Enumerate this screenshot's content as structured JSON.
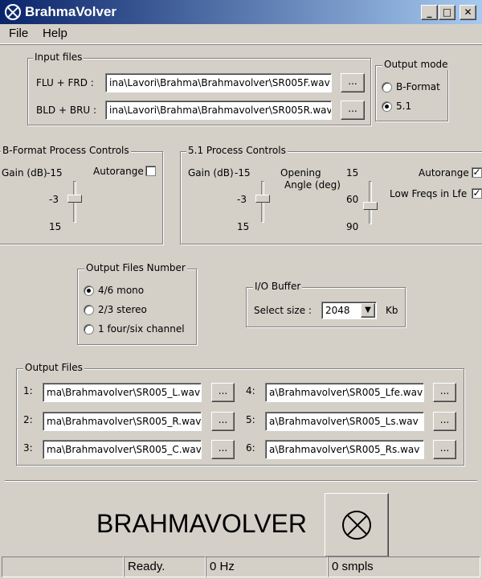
{
  "window": {
    "title": "BrahmaVolver",
    "minimize": "_",
    "maximize": "□",
    "close": "✕"
  },
  "menu": {
    "file": "File",
    "help": "Help"
  },
  "input_files": {
    "legend": "Input files",
    "row1": {
      "label": "FLU + FRD :",
      "value": "ina\\Lavori\\Brahma\\Brahmavolver\\SR005F.wav",
      "browse": "..."
    },
    "row2": {
      "label": "BLD + BRU :",
      "value": "ina\\Lavori\\Brahma\\Brahmavolver\\SR005R.wav",
      "browse": "..."
    }
  },
  "output_mode": {
    "legend": "Output mode",
    "options": [
      "B-Format",
      "5.1"
    ],
    "selected": "5.1"
  },
  "bformat": {
    "legend": "B-Format Process Controls",
    "gain_label": "Gain (dB)",
    "tick_top": "-15",
    "tick_mid": "-3",
    "tick_bot": "15",
    "autorange_label": "Autorange",
    "autorange_checked": false
  },
  "fivepointone": {
    "legend": "5.1 Process Controls",
    "gain_label": "Gain (dB)",
    "gain_tick_top": "-15",
    "gain_tick_mid": "-3",
    "gain_tick_bot": "15",
    "opening_label_1": "Opening",
    "opening_label_2": "Angle (deg)",
    "angle_tick_top": "15",
    "angle_tick_mid": "60",
    "angle_tick_bot": "90",
    "autorange_label": "Autorange",
    "autorange_checked": true,
    "lowfreq_label": "Low Freqs in Lfe",
    "lowfreq_checked": true,
    "check_mark": "✓"
  },
  "output_files_number": {
    "legend": "Output Files Number",
    "options": [
      "4/6 mono",
      "2/3 stereo",
      "1 four/six channel"
    ],
    "selected": "4/6 mono"
  },
  "io_buffer": {
    "legend": "I/O Buffer",
    "select_label": "Select size :",
    "value": "2048",
    "unit": "Kb"
  },
  "output_files": {
    "legend": "Output Files",
    "browse": "...",
    "left": [
      {
        "num": "1:",
        "value": "ma\\Brahmavolver\\SR005_L.wav"
      },
      {
        "num": "2:",
        "value": "ma\\Brahmavolver\\SR005_R.wav"
      },
      {
        "num": "3:",
        "value": "ma\\Brahmavolver\\SR005_C.wav"
      }
    ],
    "right": [
      {
        "num": "4:",
        "value": "a\\Brahmavolver\\SR005_Lfe.wav"
      },
      {
        "num": "5:",
        "value": "a\\Brahmavolver\\SR005_Ls.wav"
      },
      {
        "num": "6:",
        "value": "a\\Brahmavolver\\SR005_Rs.wav"
      }
    ]
  },
  "brand": {
    "text": "BRAHMAVOLVER"
  },
  "status": {
    "panel1": "",
    "panel2": "Ready.",
    "panel3": "0 Hz",
    "panel4": "0 smpls"
  }
}
